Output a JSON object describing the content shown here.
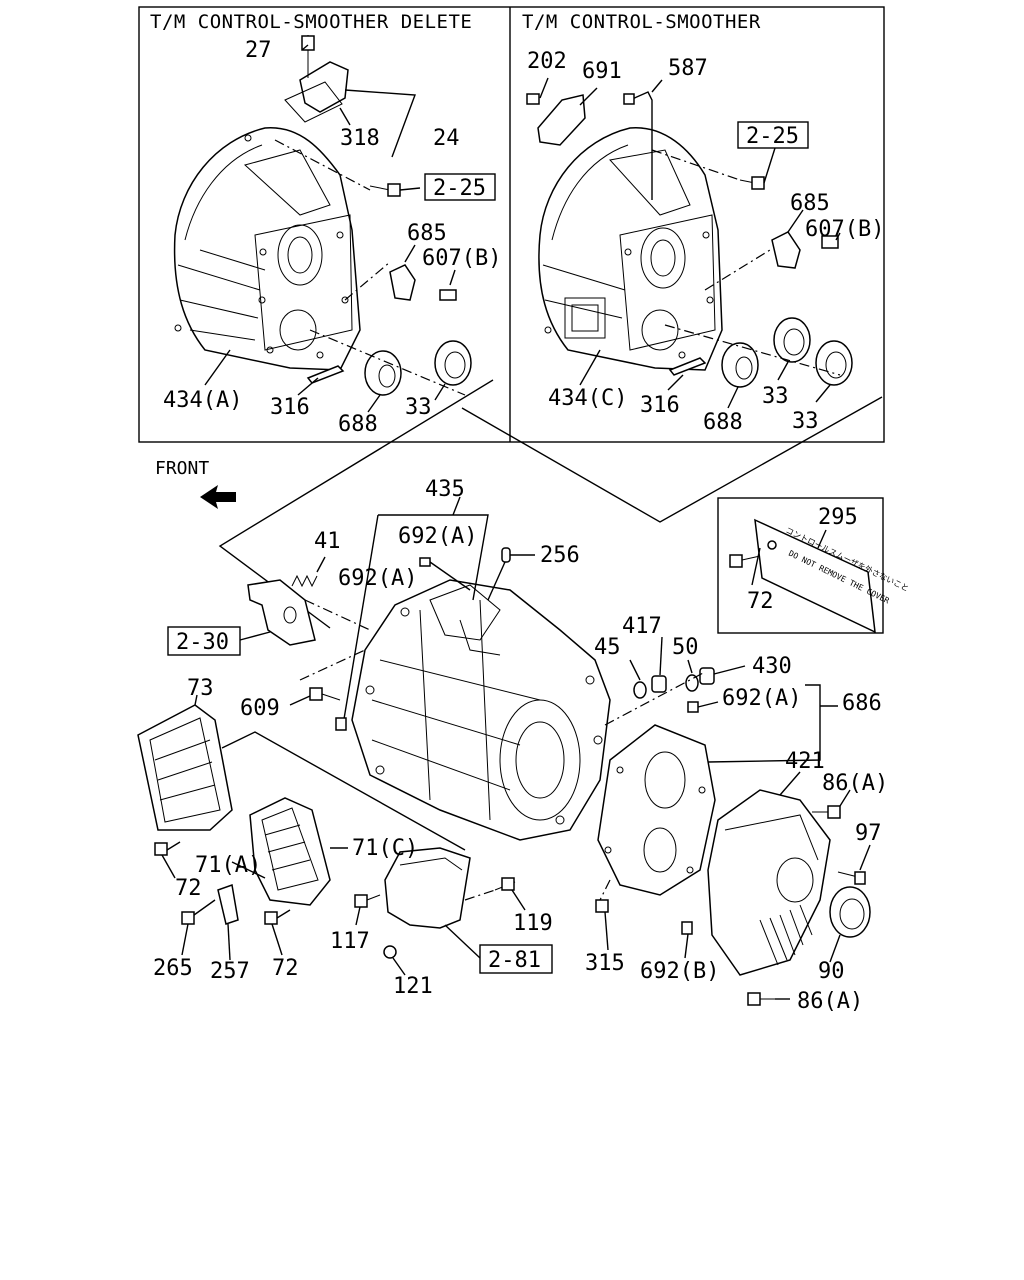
{
  "panels": {
    "left_title": "T/M CONTROL-SMOOTHER DELETE",
    "right_title": "T/M CONTROL-SMOOTHER"
  },
  "front_label": "FRONT",
  "refs": {
    "r1": "2-25",
    "r2": "2-25",
    "r3": "2-30",
    "r4": "2-81"
  },
  "labels": {
    "l27": "27",
    "l318": "318",
    "l24": "24",
    "l685a": "685",
    "l607a": "607(B)",
    "l434a": "434(A)",
    "l316a": "316",
    "l688a": "688",
    "l33a": "33",
    "l202": "202",
    "l691": "691",
    "l587": "587",
    "l685b": "685",
    "l607b": "607(B)",
    "l434c": "434(C)",
    "l316b": "316",
    "l688b": "688",
    "l33b": "33",
    "l33c": "33",
    "l435": "435",
    "l692a1": "692(A)",
    "l692a2": "692(A)",
    "l41": "41",
    "l256": "256",
    "l295": "295",
    "l72a": "72",
    "l417": "417",
    "l45": "45",
    "l50": "50",
    "l430": "430",
    "l692a3": "692(A)",
    "l686": "686",
    "l73": "73",
    "l609": "609",
    "l421": "421",
    "l86a1": "86(A)",
    "l97": "97",
    "l71a": "71(A)",
    "l71c": "71(C)",
    "l72b": "72",
    "l117": "117",
    "l119": "119",
    "l265": "265",
    "l257": "257",
    "l72c": "72",
    "l121": "121",
    "l315": "315",
    "l692b": "692(B)",
    "l90": "90",
    "l86a2": "86(A)"
  },
  "plate": {
    "line1": "コントロールスムーザを外さないこと",
    "line2": "DO NOT REMOVE THE COVER"
  }
}
